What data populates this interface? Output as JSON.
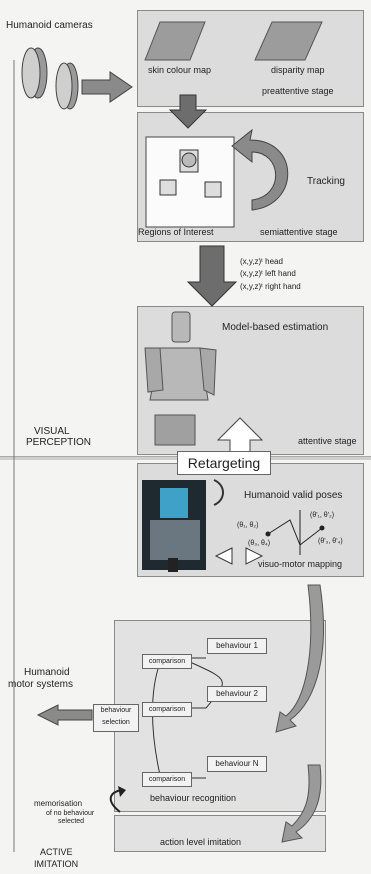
{
  "labels": {
    "humanoid_cameras": "Humanoid cameras",
    "skin_colour_map": "skin colour map",
    "disparity_map": "disparity map",
    "preattentive_stage": "preattentive stage",
    "tracking": "Tracking",
    "regions_of_interest": "Regions of Interest",
    "semiattentive_stage": "semiattentive stage",
    "coord_head": "(x,y,z)ᵗ head",
    "coord_left_hand": "(x,y,z)ᵗ left hand",
    "coord_right_hand": "(x,y,z)ᵗ right hand",
    "model_based_estimation": "Model-based estimation",
    "visual_perception_1": "VISUAL",
    "visual_perception_2": "PERCEPTION",
    "attentive_stage": "attentive stage",
    "retargeting": "Retargeting",
    "humanoid_valid_poses": "Humanoid valid poses",
    "joint_a": "(θ₁, θ₂)",
    "joint_b": "(θ₃, θ₄)",
    "joint_c": "(θ'₁, θ'₂)",
    "joint_d": "(θ'₃, θ'₄)",
    "visuo_motor_mapping": "visuo-motor mapping",
    "humanoid_motor_systems_1": "Humanoid",
    "humanoid_motor_systems_2": "motor systems",
    "behaviour_1": "behaviour 1",
    "behaviour_2": "behaviour 2",
    "behaviour_n": "behaviour N",
    "comparison": "comparison",
    "behaviour_selection_1": "behaviour",
    "behaviour_selection_2": "selection",
    "behaviour_recognition": "behaviour recognition",
    "memorisation_1": "memorisation",
    "memorisation_2": "of no behaviour",
    "memorisation_3": "selected",
    "action_level_imitation": "action level imitation",
    "active_imitation_1": "ACTIVE",
    "active_imitation_2": "IMITATION"
  },
  "colors": {
    "panel": "#dcdcdc",
    "arrow": "#7a7a7a",
    "robot_body": "#b8b8b8",
    "robot_photo_accent": "#3fa0c8"
  }
}
